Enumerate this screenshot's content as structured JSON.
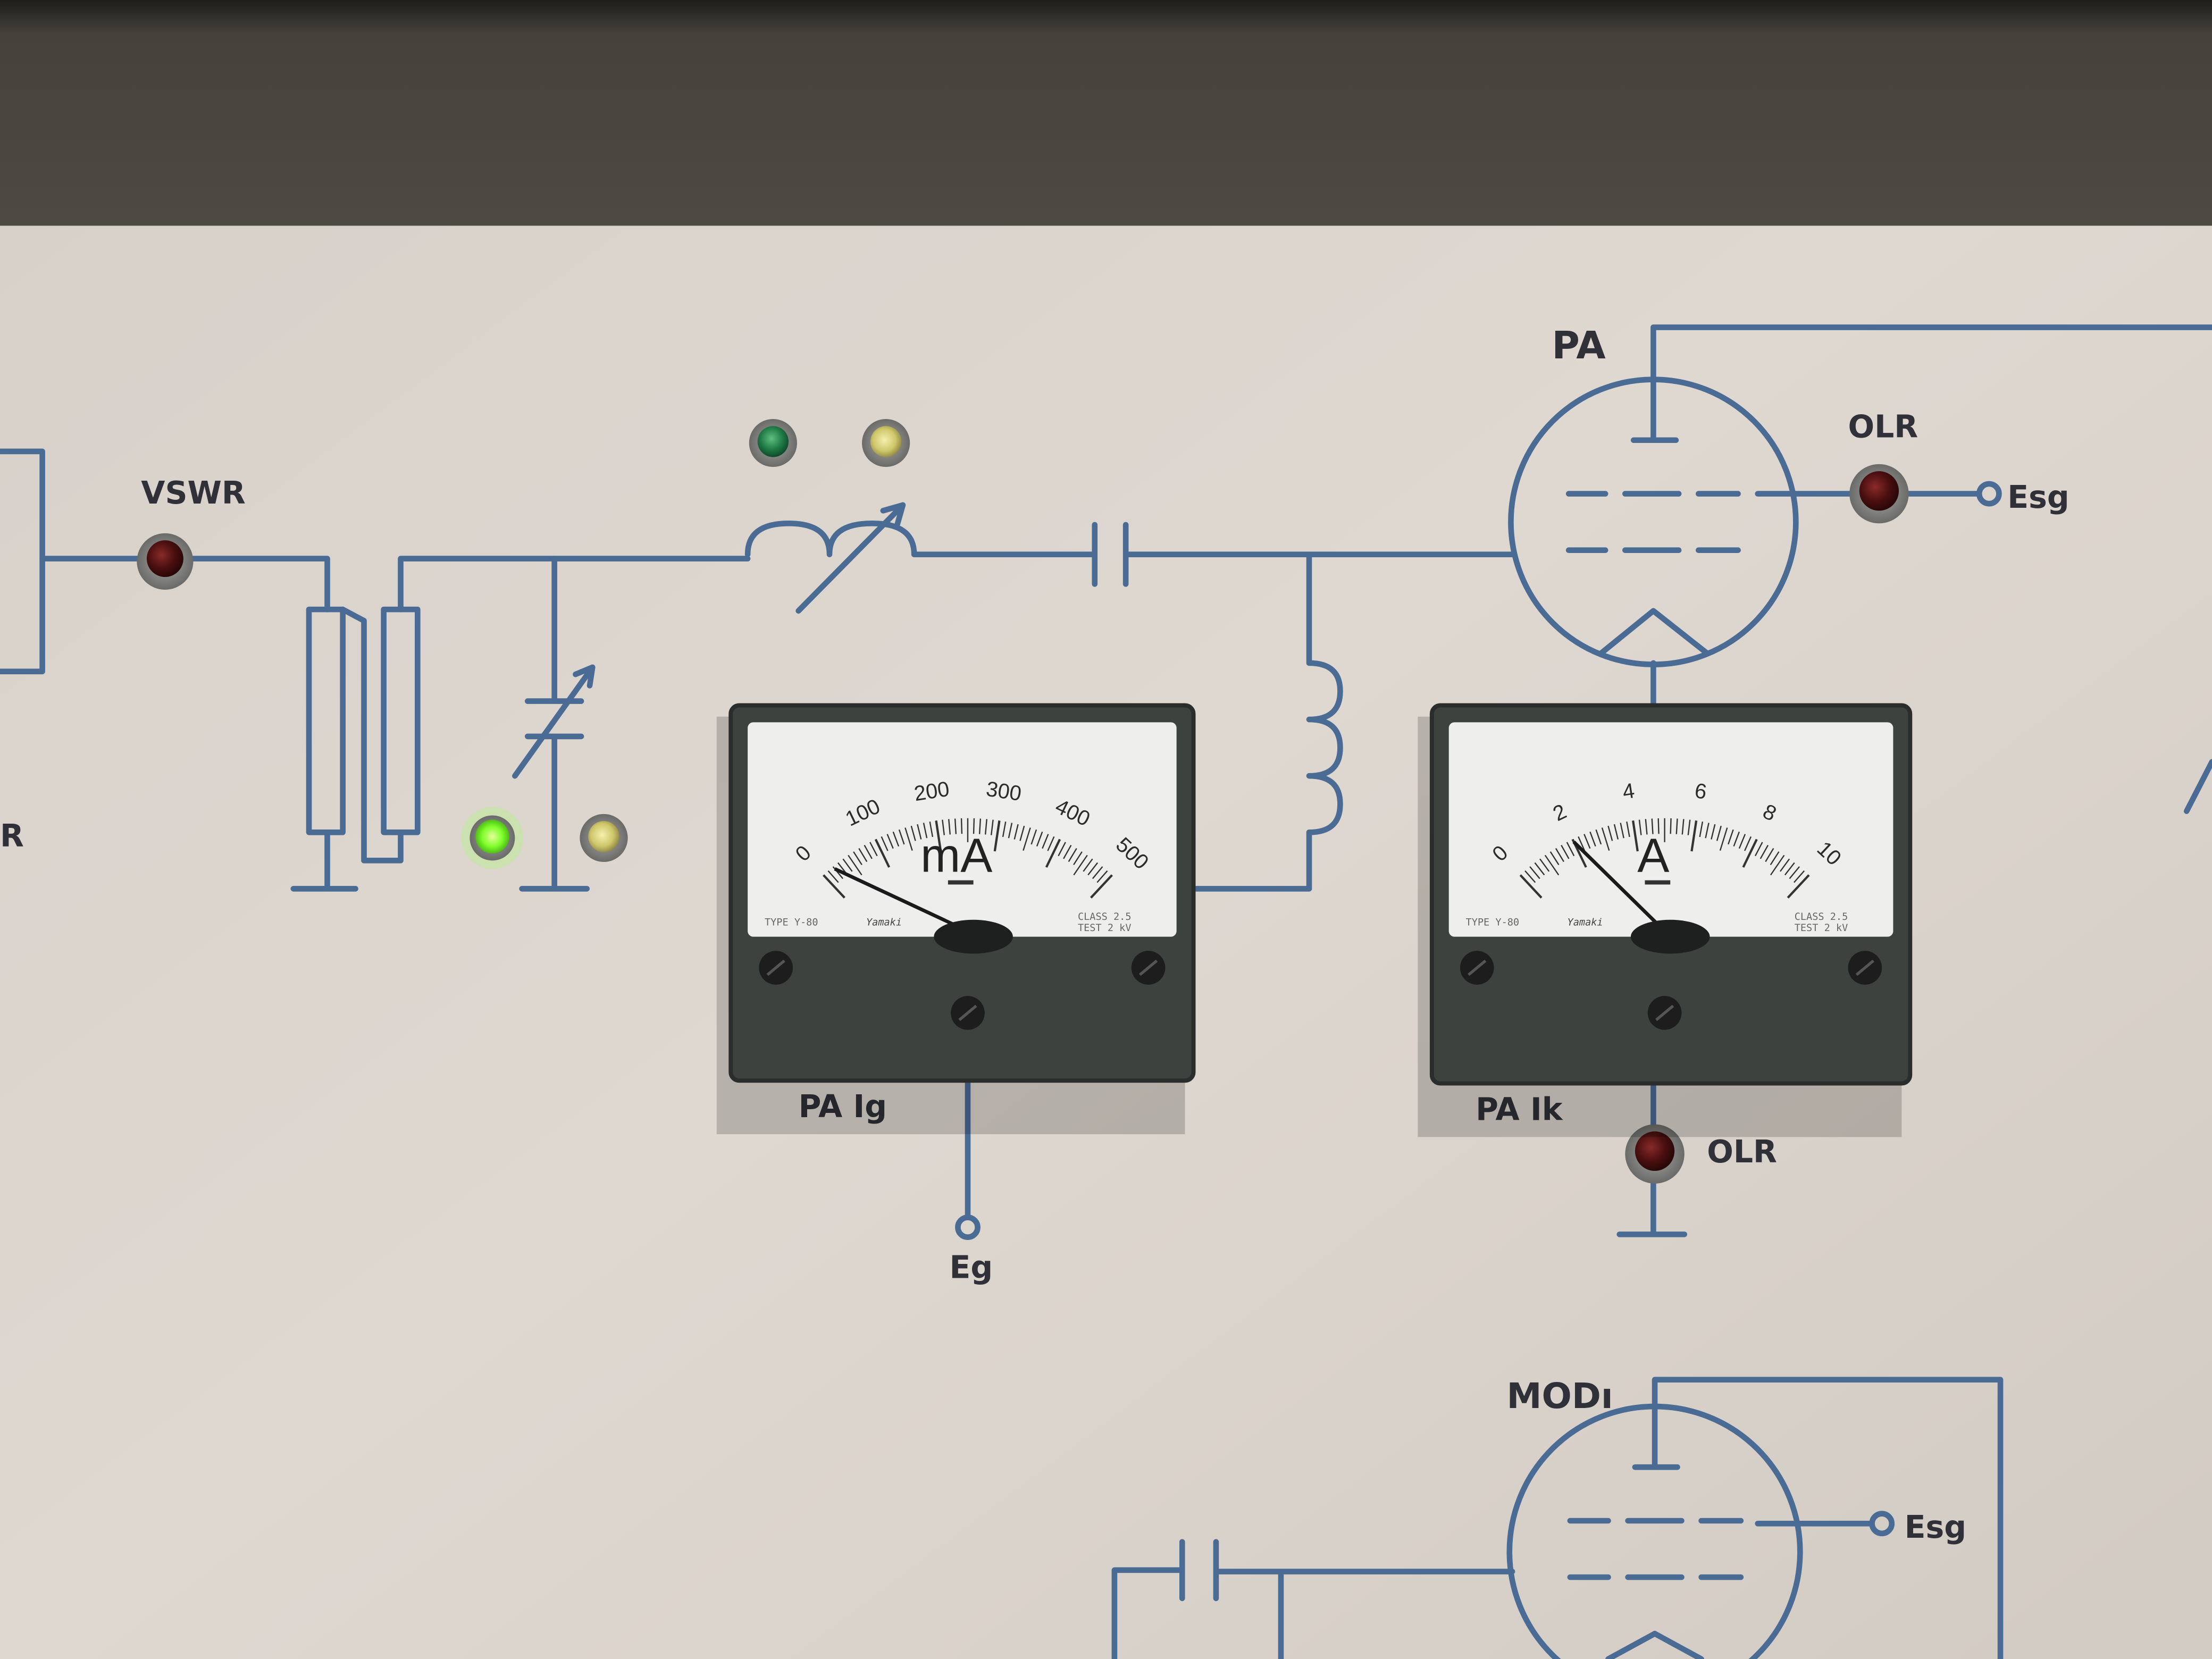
{
  "panel": {
    "vswr_label": "VSWR",
    "pa_label": "PA",
    "olr_top_label": "OLR",
    "esg_top_label": "Esg",
    "pa_ig_label": "PA Ig",
    "pa_ik_label": "PA Ik",
    "eg_label": "Eg",
    "olr_bottom_label": "OLR",
    "mod_label": "MODı",
    "esg_bottom_label": "Esg",
    "left_cut_label": "R"
  },
  "meters": [
    {
      "id": "pa-ig",
      "unit": "mA",
      "scale_labels": [
        "0",
        "100",
        "200",
        "300",
        "400",
        "500"
      ],
      "min": 0,
      "max": 500,
      "reading": 20,
      "type_text": "TYPE Y-80",
      "brand": "Yamaki",
      "class_text": "CLASS 2.5",
      "test_text": "TEST 2 kV"
    },
    {
      "id": "pa-ik",
      "unit": "A",
      "scale_labels": [
        "0",
        "2",
        "4",
        "6",
        "8",
        "10"
      ],
      "min": 0,
      "max": 10,
      "reading": 2.0,
      "type_text": "TYPE Y-80",
      "brand": "Yamaki",
      "class_text": "CLASS 2.5",
      "test_text": "TEST 2 kV"
    }
  ],
  "colors": {
    "panel": "#d9d3cc",
    "wire": "#4a6b94",
    "lamp_green_on": "#7dff2a",
    "lamp_red": "#5a1414"
  }
}
